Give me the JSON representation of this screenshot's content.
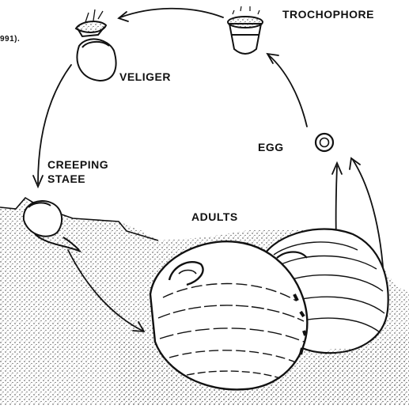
{
  "fragment_citation": "991).",
  "labels": {
    "trochophore": "TROCHOPHORE",
    "veliger": "VELIGER",
    "egg": "EGG",
    "creeping_line1": "CREEPING",
    "creeping_line2": "STAEE",
    "adults": "ADULTS"
  },
  "colors": {
    "ink": "#111111",
    "paper": "#ffffff",
    "stipple": "#333333"
  }
}
